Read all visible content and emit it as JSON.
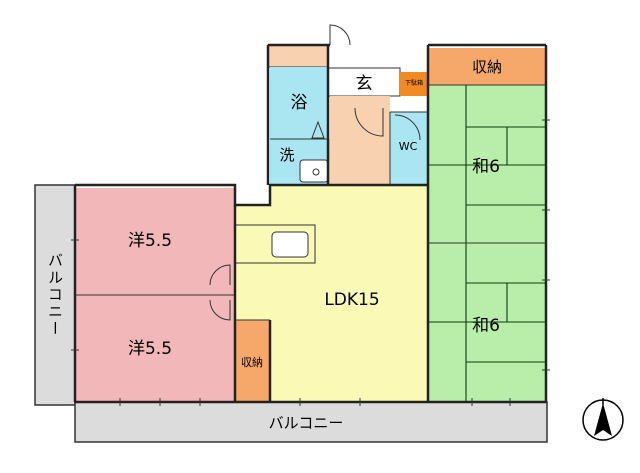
{
  "floor_plan": {
    "rooms": [
      {
        "id": "bath",
        "label": "浴",
        "fill": "#a9e6f2"
      },
      {
        "id": "entrance",
        "label": "玄",
        "fill": "#f8d2b0"
      },
      {
        "id": "shoe-cabinet",
        "label": "下駄箱",
        "fill": "#f28a24"
      },
      {
        "id": "storage-top",
        "label": "収納",
        "fill": "#f6a86a"
      },
      {
        "id": "washroom",
        "label": "洗",
        "fill": "#a9e6f2"
      },
      {
        "id": "wc",
        "label": "WC",
        "fill": "#a9e6f2"
      },
      {
        "id": "japanese-room-1",
        "label": "和6",
        "fill": "#b9eeaa"
      },
      {
        "id": "japanese-room-2",
        "label": "和6",
        "fill": "#b9eeaa"
      },
      {
        "id": "western-room-1",
        "label": "洋5.5",
        "fill": "#f2b8b9"
      },
      {
        "id": "western-room-2",
        "label": "洋5.5",
        "fill": "#f2b8b9"
      },
      {
        "id": "ldk",
        "label": "LDK15",
        "fill": "#fafab6"
      },
      {
        "id": "storage-small",
        "label": "収納",
        "fill": "#f6a86a"
      },
      {
        "id": "balcony-left",
        "label": "バルコニー",
        "fill": "#dcdcdc"
      },
      {
        "id": "balcony-bottom",
        "label": "バルコニー",
        "fill": "#dcdcdc"
      }
    ],
    "compass": {
      "symbol": "north-arrow"
    }
  }
}
